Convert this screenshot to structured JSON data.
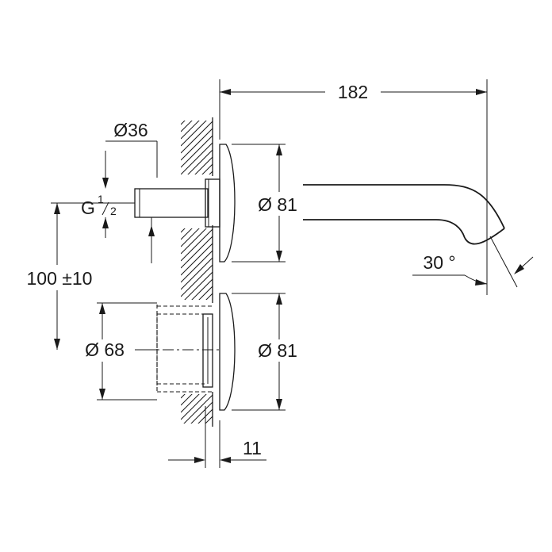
{
  "dimensions": {
    "total_length": "182",
    "pipe_diameter": "Ø36",
    "thread_g": "G",
    "thread_num": "1",
    "thread_den": "2",
    "center_distance": "100 ±10",
    "body_diameter": "Ø 68",
    "rosette_upper": "Ø 81",
    "rosette_lower": "Ø 81",
    "spout_angle": "30 °",
    "wall_offset": "11"
  }
}
